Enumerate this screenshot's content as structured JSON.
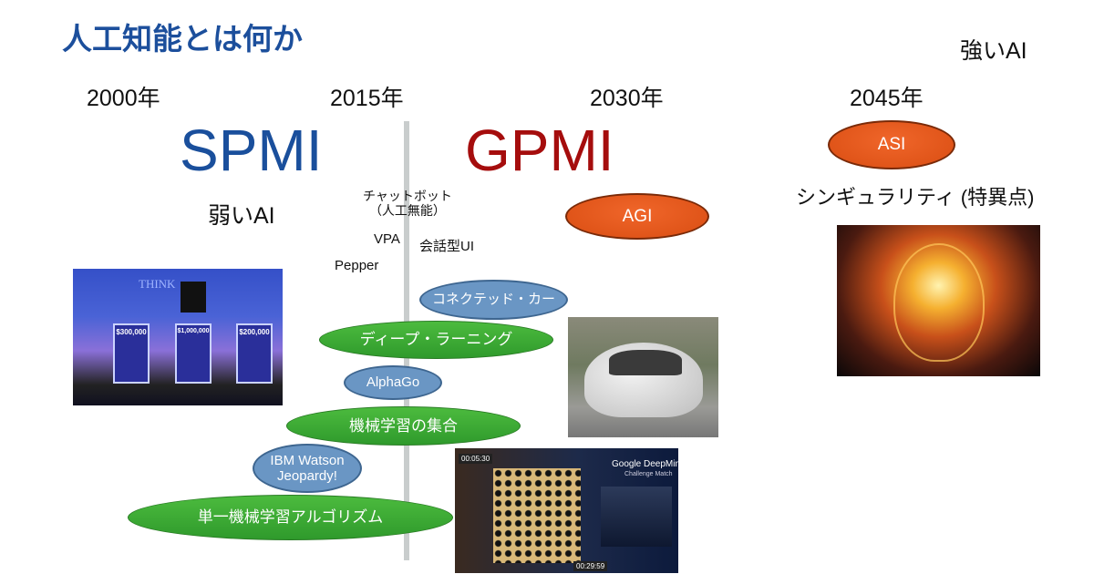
{
  "title": "人工知能とは何か",
  "strong_ai": "強いAI",
  "years": [
    "2000年",
    "2015年",
    "2030年",
    "2045年"
  ],
  "spmi": "SPMI",
  "gpmi": "GPMI",
  "weak_ai": "弱いAI",
  "asi": "ASI",
  "singularity": "シンギュラリティ (特異点)",
  "agi": "AGI",
  "chatbot": [
    "チャットボット",
    "（人工無能）"
  ],
  "vpa": "VPA",
  "conversational_ui": "会話型UI",
  "pepper": "Pepper",
  "connected_car": "コネクテッド・カー",
  "deep_learning": "ディープ・ラーニング",
  "alphago": "AlphaGo",
  "ml_ensemble": "機械学習の集合",
  "watson": [
    "IBM Watson",
    "Jeopardy!"
  ],
  "single_ml": "単一機械学習アルゴリズム",
  "jeopardy_photo": {
    "prizes": [
      "$300,000",
      "$1,000,000",
      "$200,000"
    ],
    "sign": "THINK"
  },
  "go_photo": {
    "brand": "Google DeepMind",
    "sub": "Challenge Match",
    "timer_top": "00:05:30",
    "timer_bottom": "00:29:59"
  },
  "colors": {
    "title": "#1c4f9c",
    "spmi": "#1a4f9c",
    "gpmi": "#a50d0d",
    "orange": "#e0561b",
    "blue": "#6a96c4",
    "green": "#3aa635"
  }
}
